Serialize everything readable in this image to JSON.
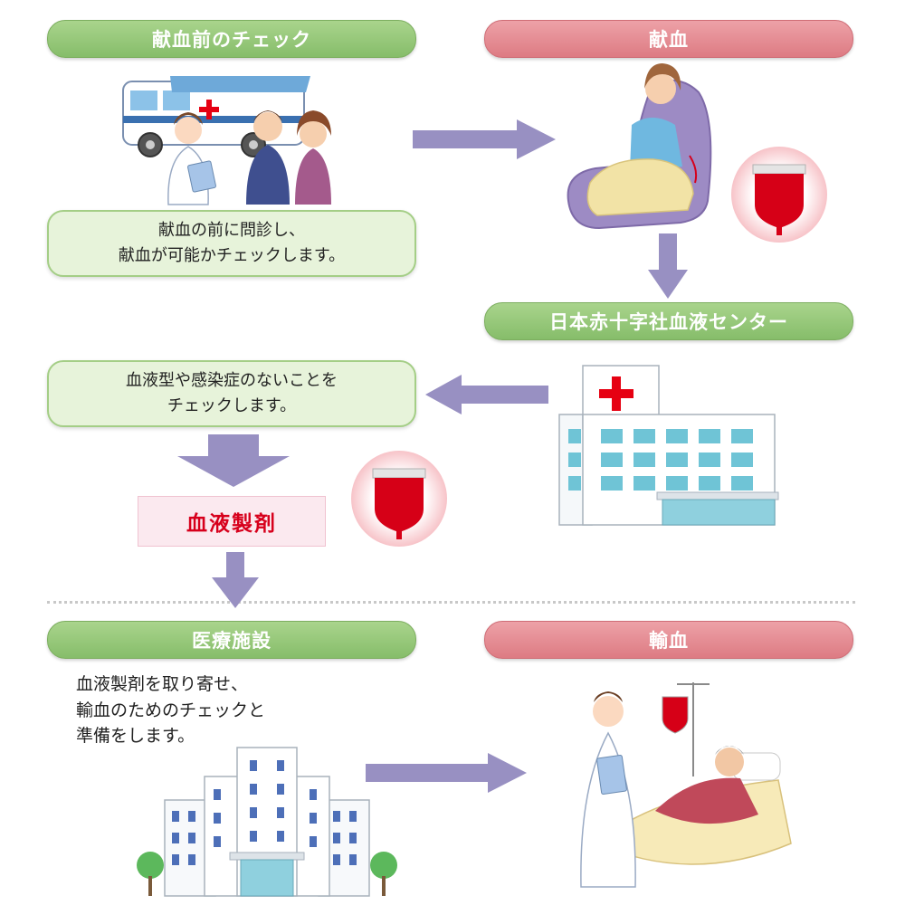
{
  "steps": {
    "pre_check_title": "献血前のチェック",
    "donation_title": "献血",
    "center_title": "日本赤十字社血液センター",
    "facility_title": "医療施設",
    "transfusion_title": "輸血"
  },
  "notes": {
    "pre_check": [
      "献血の前に問診し、",
      "献血が可能かチェックします。"
    ],
    "center": [
      "血液型や感染症のないことを",
      "チェックします。"
    ],
    "facility": [
      "血液製剤を取り寄せ、",
      "輸血のためのチェックと",
      "準備をします。"
    ]
  },
  "product_label": "血液製剤",
  "colors": {
    "green": "#8cc26f",
    "pink": "#e3858c",
    "arrow": "#9890c2",
    "blood": "#d60017",
    "product_text": "#d7001c"
  }
}
